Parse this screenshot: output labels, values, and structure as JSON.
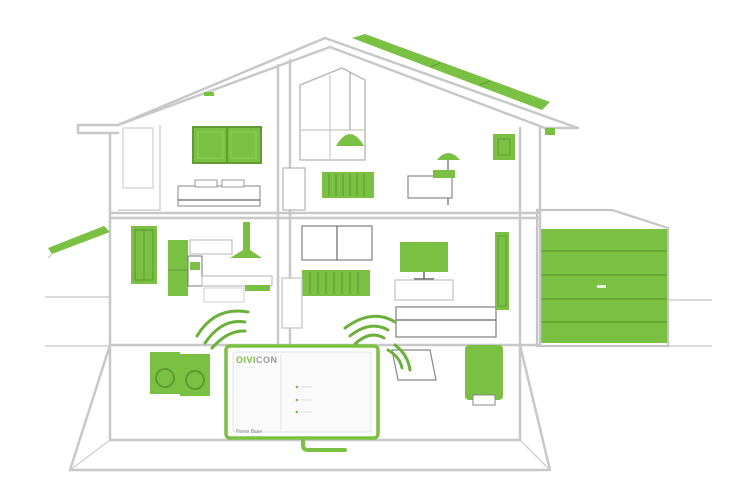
{
  "brand": {
    "logo_text_prefix": "OIVI",
    "logo_text_suffix": "CON",
    "device_label": "Home Base"
  },
  "colors": {
    "accent": "#7ac143",
    "outline": "#c8c8c8"
  }
}
